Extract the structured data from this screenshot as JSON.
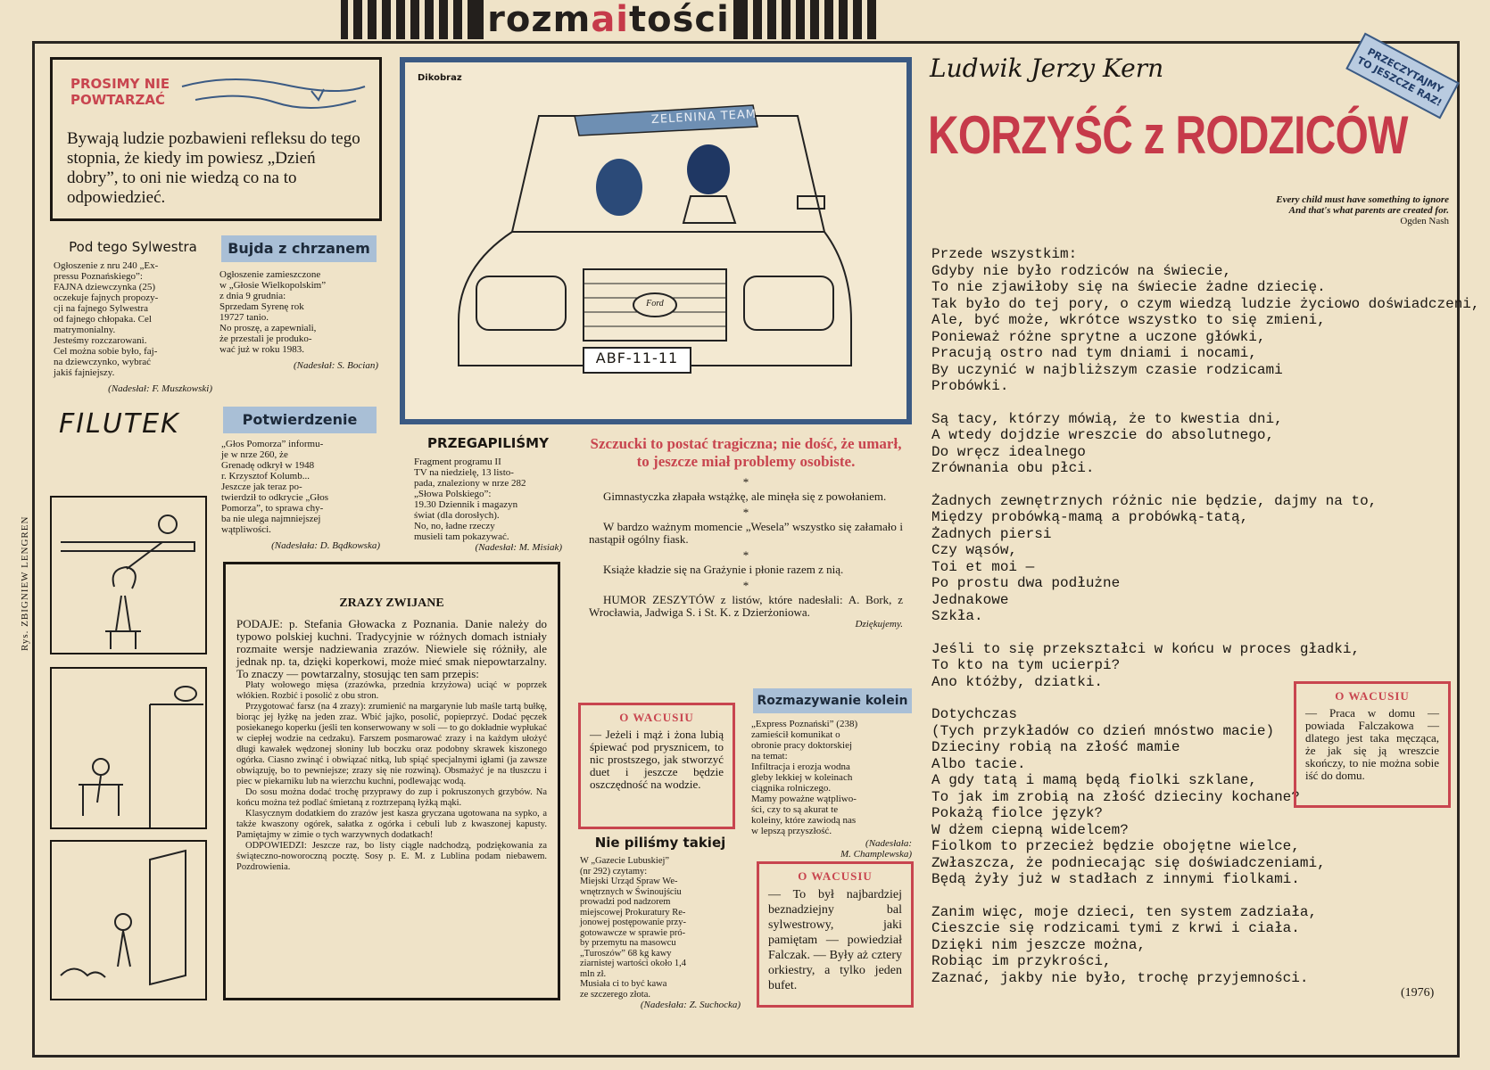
{
  "masthead": {
    "left": "rozm",
    "mid": "ai",
    "right": "tości"
  },
  "stamp": {
    "line1": "PRZECZYTAJMY",
    "line2": "TO JESZCZE RAZ!"
  },
  "prosimy": {
    "title1": "PROSIMY NIE",
    "title2": "POWTARZAĆ",
    "text": "Bywają ludzie pozbawieni refleksu do tego stopnia, że kiedy im powiesz „Dzień dobry”, to oni nie wiedzą co na to odpowiedzieć."
  },
  "sylwester": {
    "title": "Pod tego Sylwestra",
    "lines": [
      "Ogłoszenie z nru 240 „Ex-",
      "pressu Poznańskiego”:",
      "FAJNA dziewczynka (25)",
      "oczekuje fajnych propozy-",
      "cji na fajnego Sylwestra",
      "od fajnego chłopaka. Cel",
      "matrymonialny.",
      "Jesteśmy rozczarowani.",
      "Cel można sobie było, faj-",
      "na dziewczynko, wybrać",
      "jakiś fajniejszy."
    ],
    "sign": "(Nadesłał: F. Muszkowski)"
  },
  "bujda": {
    "title": "Bujda z chrzanem",
    "lines": [
      "Ogłoszenie zamieszczone",
      "w „Głosie Wielkopolskim”",
      "z dnia 9 grudnia:",
      "Sprzedam Syrenę rok",
      "19727 tanio.",
      "No proszę, a zapewniali,",
      "że przestali je produko-",
      "wać już w roku 1983."
    ],
    "sign": "(Nadesłał: S. Bocian)"
  },
  "filutek": {
    "logo": "FILUTEK",
    "artist": "Rys. ZBIGNIEW LENGREN"
  },
  "potwierdzenie": {
    "title": "Potwierdzenie",
    "lines": [
      "„Głos Pomorza” informu-",
      "je w nrze 260, że",
      "Grenadę odkrył w 1948",
      "r. Krzysztof Kolumb...",
      "Jeszcze jak teraz po-",
      "twierdził to odkrycie „Głos",
      "Pomorza”, to sprawa chy-",
      "ba nie ulega najmniejszej",
      "wątpliwości."
    ],
    "sign": "(Nadesłała: D. Bądkowska)"
  },
  "cartoon": {
    "label": "Dikobraz",
    "banner": "ZELENINA TEAM",
    "plate": "ABF-11-11",
    "badge": "Ford"
  },
  "przegapilismy": {
    "title": "PRZEGAPILIŚMY",
    "lines": [
      "Fragment programu II",
      "TV na niedzielę, 13 listo-",
      "pada, znaleziony w nrze 282",
      "„Słowa Polskiego”:",
      "19.30 Dziennik i magazyn",
      "świat (dla dorosłych).",
      "No, no, ładne rzeczy",
      "musieli tam pokazywać."
    ],
    "sign": "(Nadesłał: M. Misiak)"
  },
  "szczucki": {
    "headline": "Szczucki to postać tragiczna; nie dość, że umarł, to jeszcze miał problemy osobiste.",
    "items": [
      "Gimnastyczka złapała wstążkę, ale minęła się z powołaniem.",
      "W bardzo ważnym momencie „Wesela” wszystko się załamało i nastąpił ogólny fiask.",
      "Książe kładzie się na Grażynie i płonie razem z nią.",
      "HUMOR ZESZYTÓW z listów, które nadesłali: A. Bork, z Wrocławia, Jadwiga S. i St. K. z Dzierżoniowa."
    ],
    "thanks": "Dziękujemy."
  },
  "zrazy": {
    "title": "ZRAZY ZWIJANE",
    "intro": "PODAJE: p. Stefania Głowacka z Poznania. Danie należy do typowo polskiej kuchni. Tradycyjnie w różnych domach istniały rozmaite wersje nadziewania zrazów. Niewiele się różniły, ale jednak np. ta, dzięki koperkowi, może mieć smak niepowtarzalny. To znaczy — powtarzalny, stosując ten sam przepis:",
    "body": [
      "Płaty wołowego mięsa (zrazówka, przednia krzyżowa) uciąć w poprzek włókien. Rozbić i posolić z obu stron.",
      "Przygotować farsz (na 4 zrazy): zrumienić na margarynie lub maśle tartą bułkę, biorąc jej łyżkę na jeden zraz. Wbić jajko, posolić, popieprzyć. Dodać pęczek posiekanego koperku (jeśli ten konserwowany w soli — to go dokładnie wypłukać w ciepłej wodzie na cedzaku). Farszem posmarować zrazy i na każdym ułożyć długi kawałek wędzonej słoniny lub boczku oraz podobny skrawek kiszonego ogórka. Ciasno zwinąć i obwiązać nitką, lub spiąć specjalnymi igłami (ja zawsze obwiązuję, bo to pewniejsze; zrazy się nie rozwiną). Obsmażyć je na tłuszczu i piec w piekarniku lub na wierzchu kuchni, podlewając wodą.",
      "Do sosu można dodać trochę przyprawy do zup i pokruszonych grzybów. Na końcu można też podlać śmietaną z roztrzepaną łyżką mąki.",
      "Klasycznym dodatkiem do zrazów jest kasza gryczana ugotowana na sypko, a także kwaszony ogórek, sałatka z ogórka i cebuli lub z kwaszonej kapusty. Pamiętajmy w zimie o tych warzywnych dodatkach!",
      "ODPOWIEDZI: Jeszcze raz, bo listy ciągle nadchodzą, podziękowania za świąteczno-noworoczną pocztę. Sosy p. E. M. z Lublina podam niebawem. Pozdrowienia."
    ]
  },
  "wacus1": {
    "title": "O WACUSIU",
    "text": "— Jeżeli i mąż i żona lubią śpiewać pod prysznicem, to nic prostszego, jak stworzyć duet i jeszcze będzie oszczędność na wodzie."
  },
  "nie_pilismy": {
    "title": "Nie piliśmy takiej",
    "lines": [
      "W „Gazecie Lubuskiej”",
      "(nr 292) czytamy:",
      "Miejski Urząd Spraw We-",
      "wnętrznych w Świnoujściu",
      "prowadzi pod nadzorem",
      "miejscowej Prokuratury Re-",
      "jonowej postępowanie przy-",
      "gotowawcze w sprawie pró-",
      "by przemytu na masowcu",
      "„Turoszów” 68 kg kawy",
      "ziarnistej wartości około 1,4",
      "mln zł.",
      "Musiała ci to być kawa",
      "ze szczerego złota."
    ],
    "sign": "(Nadesłała: Z. Suchocka)"
  },
  "rozmazywanie": {
    "title": "Rozmazywanie kolein",
    "lines": [
      "„Express Poznański” (238)",
      "zamieścił komunikat o",
      "obronie pracy doktorskiej",
      "na temat:",
      "Infiltracja i erozja wodna",
      "gleby lekkiej w koleinach",
      "ciągnika rolniczego.",
      "Mamy poważne wątpliwo-",
      "ści, czy to są akurat te",
      "koleiny, które zawiodą nas",
      "w lepszą przyszłość."
    ],
    "sign1": "(Nadesłała:",
    "sign2": "M. Champlewska)"
  },
  "wacus2": {
    "title": "O WACUSIU",
    "text": "— To był najbardziej beznadziejny bal sylwestrowy, jaki pamiętam — powiedział Falczak. — Były aż cztery orkiestry, a tylko jeden bufet."
  },
  "kern": {
    "author": "Ludwik Jerzy Kern",
    "title": "KORZYŚĆ z RODZICÓW",
    "epigraph1": "Every child must have something to ignore",
    "epigraph2": "And that's what parents are created for.",
    "epigraph_author": "Ogden Nash",
    "year": "(1976)"
  },
  "poem": [
    [
      "Przede wszystkim:",
      "Gdyby nie było rodziców na świecie,",
      "To nie zjawiłoby się na świecie żadne dziecię.",
      "Tak było do tej pory, o czym wiedzą ludzie życiowo doświadczeni,",
      "Ale, być może, wkrótce wszystko to się zmieni,",
      "Ponieważ różne sprytne a uczone główki,",
      "Pracują ostro nad tym dniami i nocami,",
      "By uczynić w najbliższym czasie rodzicami",
      "Probówki."
    ],
    [
      "Są tacy, którzy mówią, że to kwestia dni,",
      "A wtedy dojdzie wreszcie do absolutnego,",
      "Do wręcz idealnego",
      "Zrównania obu płci."
    ],
    [
      "Żadnych zewnętrznych różnic nie będzie, dajmy na to,",
      "Między probówką-mamą a probówką-tatą,",
      "Żadnych piersi",
      "Czy wąsów,",
      "Toi et moi —",
      "Po prostu dwa podłużne",
      "Jednakowe",
      "Szkła."
    ],
    [
      "Jeśli to się przekształci w końcu w proces gładki,",
      "To kto na tym ucierpi?",
      "Ano któżby, dziatki."
    ],
    [
      "Dotychczas",
      "(Tych przykładów co dzień mnóstwo macie)",
      "Dzieciny robią na złość mamie",
      "Albo tacie.",
      "A gdy tatą i mamą będą fiolki szklane,",
      "To jak im zrobią na złość dzieciny kochane?",
      "Pokażą fiolce język?",
      "W dżem ciepną widelcem?",
      "Fiolkom to przecież będzie obojętne wielce,",
      "Zwłaszcza, że podniecając się doświadczeniami,",
      "Będą żyły już w stadłach z innymi fiolkami."
    ],
    [
      "Zanim więc, moje dzieci, ten system zadziała,",
      "Cieszcie się rodzicami tymi z krwi i ciała.",
      "Dzięki nim jeszcze można,",
      "Robiąc im przykrości,",
      "Zaznać, jakby nie było, trochę przyjemności."
    ]
  ],
  "wacus3": {
    "title": "O WACUSIU",
    "text": "— Praca w domu — powiada Falczakowa — dlatego jest taka męcząca, że jak się ją wreszcie skończy, to nie można sobie iść do domu."
  }
}
